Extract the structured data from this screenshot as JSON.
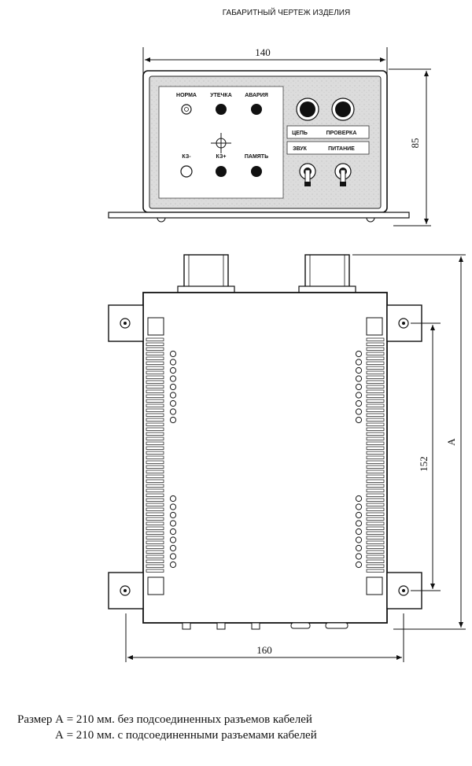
{
  "title": "ГАБАРИТНЫЙ ЧЕРТЕЖ ИЗДЕЛИЯ",
  "front_view": {
    "width_dim": "140",
    "height_dim": "85",
    "indicators": {
      "norma": "НОРМА",
      "utechka": "УТЕЧКА",
      "avaria": "АВАРИЯ",
      "kz_minus": "КЗ-",
      "kz_plus": "КЗ+",
      "pamyat": "ПАМЯТЬ"
    },
    "controls": {
      "tsep": "ЦЕПЬ",
      "proverka": "ПРОВЕРКА",
      "zvuk": "ЗВУК",
      "pitanie": "ПИТАНИЕ"
    }
  },
  "top_view": {
    "width_dim": "160",
    "mount_dim": "152",
    "overall_dim": "A"
  },
  "notes": {
    "line1": "Размер  А = 210 мм. без подсоединенных разъемов кабелей",
    "line2": "А = 210 мм. с подсоединенными разъемами кабелей"
  }
}
